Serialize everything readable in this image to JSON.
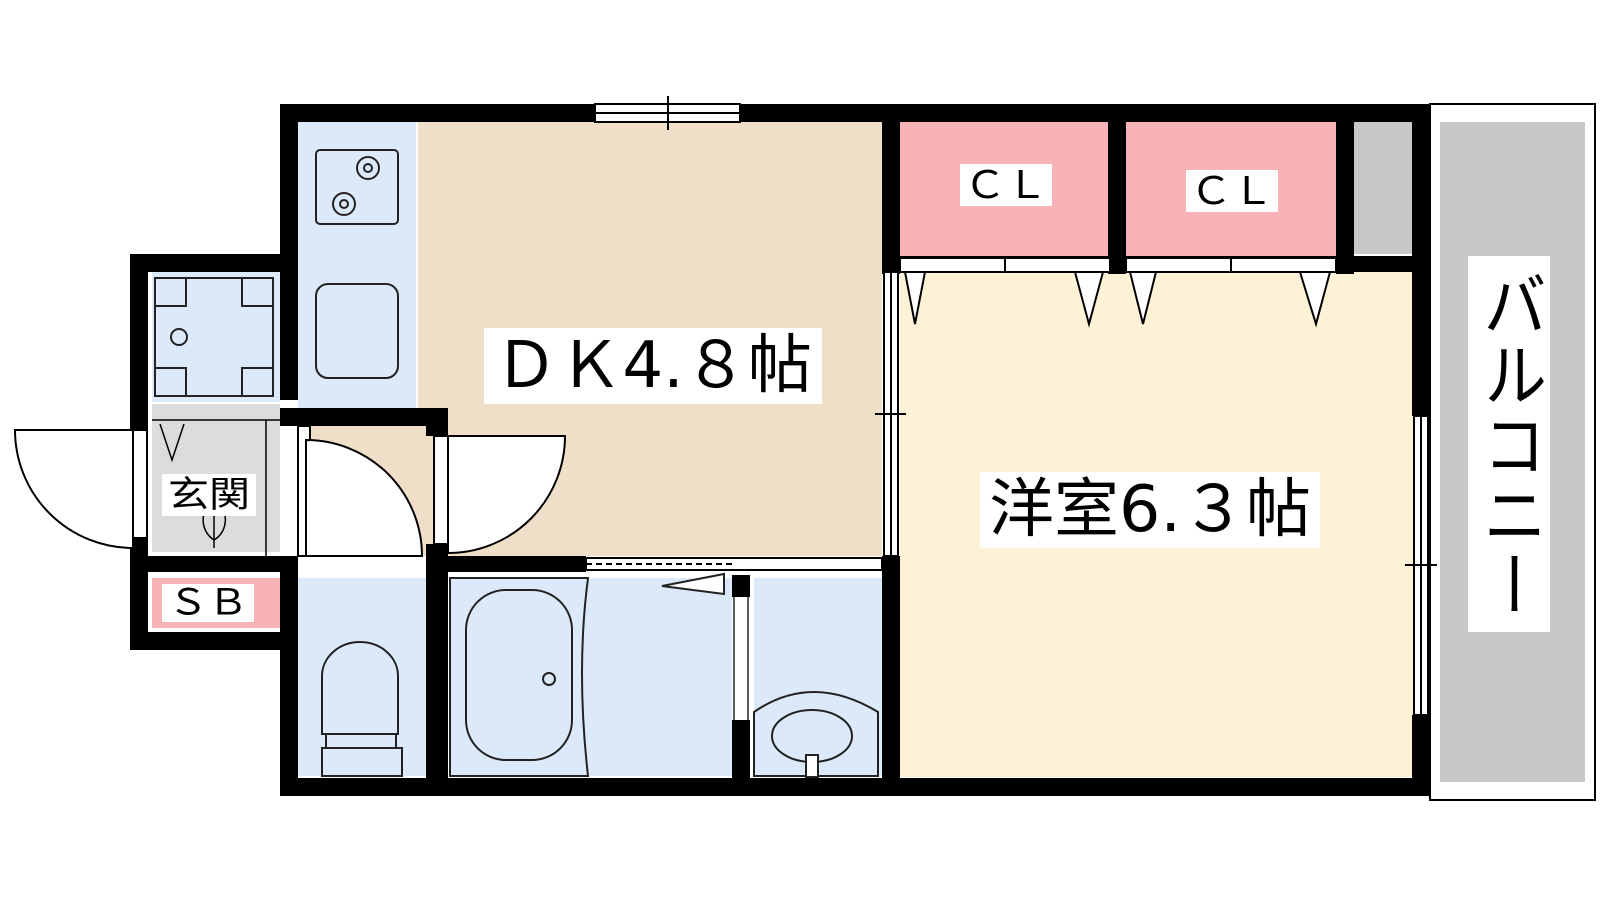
{
  "floorplan": {
    "rooms": {
      "dk": {
        "label": "ＤＫ4.８帖"
      },
      "western": {
        "label": "洋室6.３帖"
      },
      "entrance": {
        "label": "玄関"
      },
      "shoe_box": {
        "label": "ＳＢ"
      },
      "closet_1": {
        "label": "ＣＬ"
      },
      "closet_2": {
        "label": "ＣＬ"
      },
      "balcony": {
        "label": "バルコニー"
      }
    },
    "colors": {
      "wall": "#000000",
      "dk_floor": "#efdfc9",
      "western_floor": "#fdf2d6",
      "wet_area": "#dbe9fb",
      "closet": "#f7b3b8",
      "balcony": "#c8c8c8",
      "entrance_floor": "#dcdcdc",
      "fixture_stroke": "#222222"
    }
  }
}
